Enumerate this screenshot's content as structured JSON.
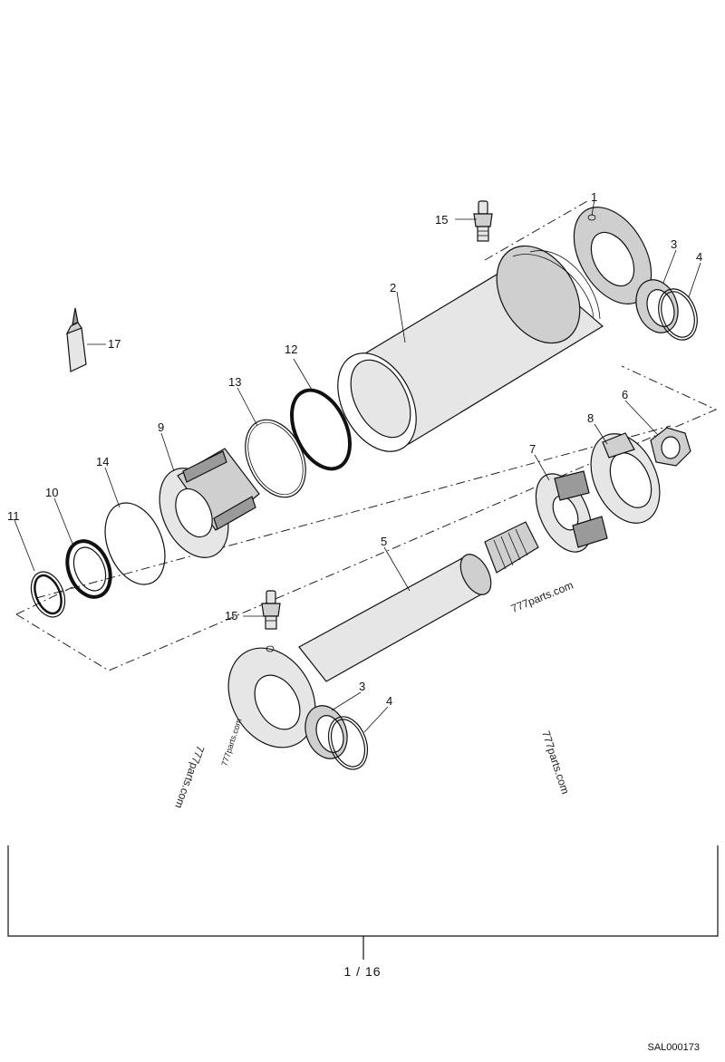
{
  "callouts": {
    "c1": "1",
    "c2": "2",
    "c3a": "3",
    "c4a": "4",
    "c5": "5",
    "c6": "6",
    "c7": "7",
    "c8": "8",
    "c9": "9",
    "c10": "10",
    "c11": "11",
    "c12": "12",
    "c13": "13",
    "c14": "14",
    "c15a": "15",
    "c15b": "15",
    "c16_3b": "3",
    "c16_4b": "4",
    "c17": "17"
  },
  "watermarks": {
    "w1": "777parts.com",
    "w2": "777parts.com",
    "w3": "777parts.com",
    "w4": "777parts.com"
  },
  "footer": {
    "page_indicator": "1 / 16",
    "sheet_code": "SAL000173"
  }
}
